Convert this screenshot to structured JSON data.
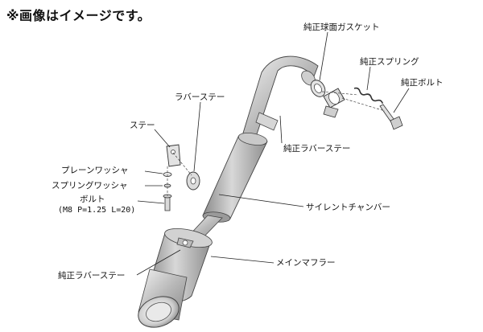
{
  "notice": "※画像はイメージです。",
  "labels": {
    "gasket": "純正球面ガスケット",
    "spring": "純正スプリング",
    "bolt_genuine": "純正ボルト",
    "rubber_stay_top": "ラバーステー",
    "stay": "ステー",
    "rubber_stay_genuine_right": "純正ラバーステー",
    "plain_washer": "プレーンワッシャ",
    "spring_washer": "スプリングワッシャ",
    "bolt": "ボルト",
    "bolt_spec": "(M8 P=1.25 L=20)",
    "silent_chamber": "サイレントチャンバー",
    "main_muffler": "メインマフラー",
    "rubber_stay_genuine_bottom": "純正ラバーステー"
  }
}
